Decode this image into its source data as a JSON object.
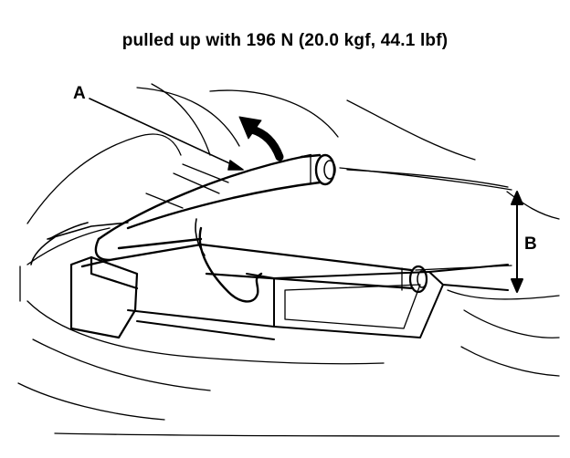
{
  "caption": "pulled up with 196 N (20.0 kgf, 44.1 lbf)",
  "labels": {
    "a": "A",
    "b": "B"
  },
  "colors": {
    "ink": "#000000",
    "paper": "#ffffff"
  }
}
